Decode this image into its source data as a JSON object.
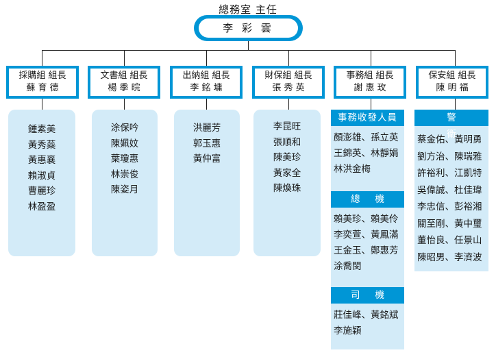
{
  "title": "總務室 主任",
  "director": "李 彩 雲",
  "divisions": [
    {
      "title": "採購組 組長",
      "leader": "蘇 育 德",
      "members": [
        "鍾素美",
        "黃秀蘂",
        "黃惠襄",
        "賴淑貞",
        "曹麗珍",
        "林盈盈"
      ]
    },
    {
      "title": "文書組 組長",
      "leader": "楊 季 晥",
      "members": [
        "涂保吟",
        "陳姵妏",
        "葉瓊惠",
        "林崇俊",
        "陳姿月"
      ]
    },
    {
      "title": "出納組 組長",
      "leader": "李 銘 墉",
      "members": [
        "洪麗芳",
        "郭玉惠",
        "黃仲富"
      ]
    },
    {
      "title": "財保組 組長",
      "leader": "張 秀 英",
      "members": [
        "李昆旺",
        "張順和",
        "陳美珍",
        "黃家全",
        "陳煥珠"
      ]
    },
    {
      "title": "事務組 組長",
      "leader": "謝 惠 玫",
      "sections": [
        {
          "name": "事務收發人員",
          "lines": [
            "顏澎雄、孫立英",
            "王錦英、林靜娟",
            "林洪金梅"
          ]
        },
        {
          "name": "總機",
          "lines": [
            "賴美珍、賴美伶",
            "李奕萱、黃鳳滿",
            "王金玉、鄭惠芳",
            "涂喬閔"
          ]
        },
        {
          "name": "司機",
          "lines": [
            "莊佳峰、黃銘斌",
            "李施穎"
          ]
        }
      ]
    },
    {
      "title": "保安組  組長",
      "leader": "陳 明 福",
      "sections": [
        {
          "name": "警衛",
          "lines": [
            "蔡金佑、黃明勇",
            "劉方治、陳瑞雅",
            "許裕利、江凱特",
            "吳偉誠、杜佳瑋",
            "李忠信、彭裕湘",
            "關至剛、黃中璽",
            "董怡良、任景山",
            "陳昭男、李濟波"
          ]
        }
      ]
    }
  ]
}
